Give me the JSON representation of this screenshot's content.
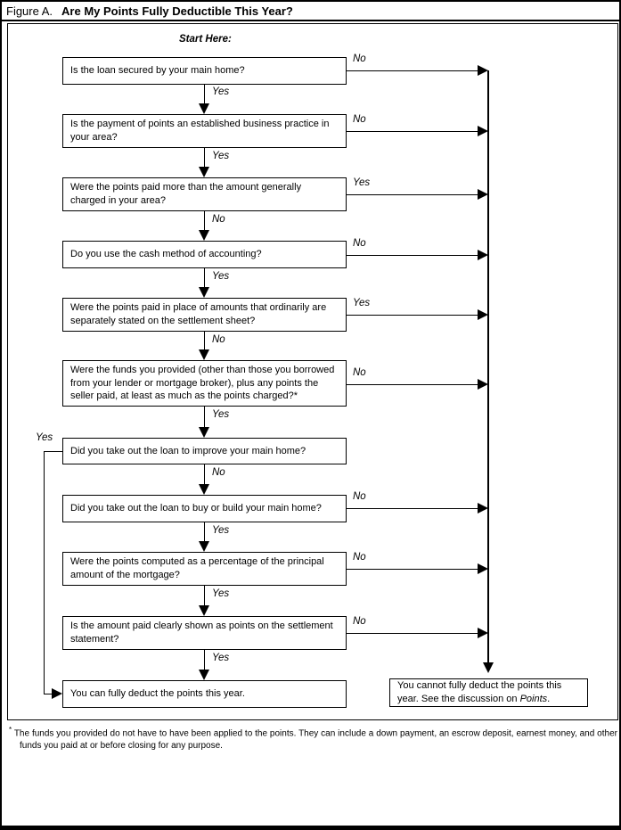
{
  "title": {
    "figure_label": "Figure A.",
    "text": "Are My Points Fully Deductible This Year?"
  },
  "start_label": "Start Here:",
  "nodes": {
    "q1": "Is the loan secured by your main home?",
    "q2": "Is the payment of points an established business practice in your area?",
    "q3": "Were the points paid more than the amount generally charged in your area?",
    "q4": "Do you use the cash method of accounting?",
    "q5": "Were the points paid in place of amounts that ordinarily are separately stated on the settlement sheet?",
    "q6": "Were the funds you provided (other than those you borrowed from your lender or mortgage broker), plus any points the seller paid, at least as much as the points charged?*",
    "q7": "Did you take out the loan to improve your main home?",
    "q8": "Did you take out the loan to buy or build your main home?",
    "q9": "Were the points computed as a percentage of the principal amount of the mortgage?",
    "q10": "Is the amount paid clearly shown as points on the settlement statement?",
    "result_yes": "You can fully deduct the points this year.",
    "result_no": {
      "before": "You cannot fully deduct the points this year. See the discussion on ",
      "italic_term": "Points",
      "after": "."
    }
  },
  "edges": {
    "q1_down": "Yes",
    "q1_right": "No",
    "q2_down": "Yes",
    "q2_right": "No",
    "q3_down": "No",
    "q3_right": "Yes",
    "q4_down": "Yes",
    "q4_right": "No",
    "q5_down": "No",
    "q5_right": "Yes",
    "q6_down": "Yes",
    "q6_right": "No",
    "q7_down": "No",
    "q7_left": "Yes",
    "q8_down": "Yes",
    "q8_right": "No",
    "q9_down": "Yes",
    "q9_right": "No",
    "q10_down": "Yes",
    "q10_right": "No"
  },
  "footnote": {
    "marker": "*",
    "text": "The funds you provided do not have to have been applied to the points. They can include a down payment, an escrow deposit, earnest money, and other funds you paid at or before closing for any purpose."
  },
  "colors": {
    "ink": "#000000",
    "paper": "#ffffff"
  }
}
